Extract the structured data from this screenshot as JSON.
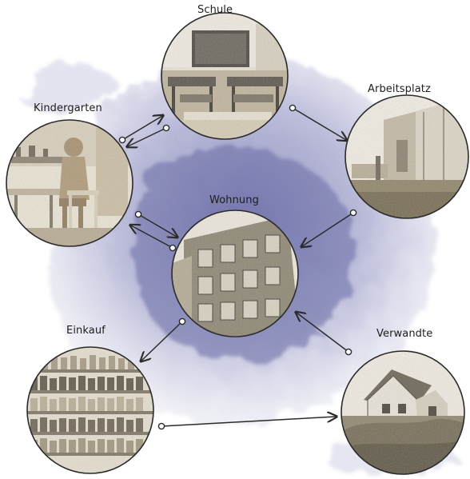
{
  "diagram": {
    "background_blob_color": "#7e7fb4",
    "sketch_color": "#2b2b2b",
    "photo_tone": "#cfc3a8",
    "nodes": [
      {
        "id": "schule",
        "label": "Schule",
        "icon": "classroom-photo"
      },
      {
        "id": "arbeitsplatz",
        "label": "Arbeitsplatz",
        "icon": "office-building-photo"
      },
      {
        "id": "kindergarten",
        "label": "Kindergarten",
        "icon": "child-at-table-photo"
      },
      {
        "id": "wohnung",
        "label": "Wohnung",
        "icon": "apartment-building-photo"
      },
      {
        "id": "einkauf",
        "label": "Einkauf",
        "icon": "store-shelves-photo"
      },
      {
        "id": "verwandte",
        "label": "Verwandte",
        "icon": "country-house-photo"
      }
    ],
    "edges": [
      {
        "from": "kindergarten",
        "to": "schule"
      },
      {
        "from": "schule",
        "to": "kindergarten"
      },
      {
        "from": "schule",
        "to": "arbeitsplatz"
      },
      {
        "from": "arbeitsplatz",
        "to": "wohnung"
      },
      {
        "from": "kindergarten",
        "to": "wohnung"
      },
      {
        "from": "wohnung",
        "to": "kindergarten"
      },
      {
        "from": "wohnung",
        "to": "einkauf"
      },
      {
        "from": "verwandte",
        "to": "wohnung"
      },
      {
        "from": "einkauf",
        "to": "verwandte"
      }
    ]
  }
}
